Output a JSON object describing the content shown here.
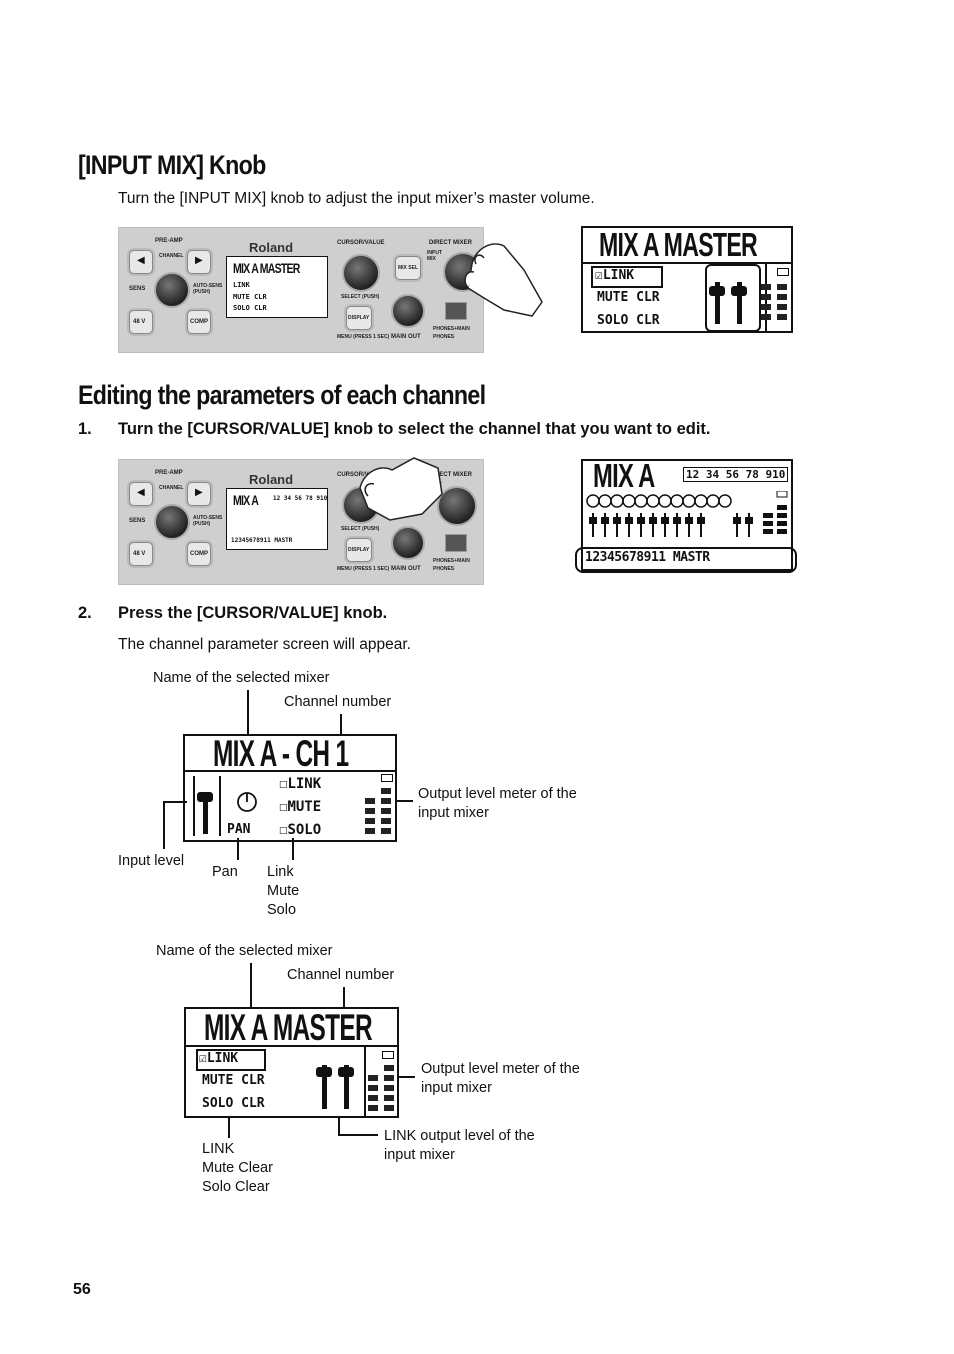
{
  "section1": {
    "heading": "[INPUT MIX] Knob",
    "body": "Turn the [INPUT MIX] knob to adjust the input mixer’s master volume."
  },
  "section2": {
    "heading": "Editing the parameters of each channel",
    "step1_num": "1.",
    "step1_text": "Turn the [CURSOR/VALUE] knob to select the channel that you want to edit.",
    "step2_num": "2.",
    "step2_text": "Press the [CURSOR/VALUE] knob.",
    "step2_body": "The channel parameter screen will appear."
  },
  "panel": {
    "preamp": "PRE-AMP",
    "channel": "CHANNEL",
    "brand": "Roland",
    "cursor_value": "CURSOR/VALUE",
    "direct_mixer": "DIRECT MIXER",
    "input_mix": "INPUT MIX",
    "mix_sel": "MIX SEL",
    "sens": "SENS",
    "auto_sens": "AUTO-SENS (PUSH)",
    "select_push": "SELECT (PUSH)",
    "display": "DISPLAY",
    "v48": "48 V",
    "comp": "COMP",
    "menu": "MENU (PRESS 1 SEC)",
    "main_out": "MAIN OUT",
    "phones_main": "PHONES+MAIN",
    "phones": "PHONES"
  },
  "lcd_master": {
    "title": "MIX A MASTER",
    "link": "LINK",
    "mute_clr": "MUTE CLR",
    "solo_clr": "SOLO CLR"
  },
  "lcd_mixa": {
    "title": "MIX A",
    "tabs": "12 34 56 78 910",
    "channels": "12345678911 MASTR"
  },
  "lcd_channel": {
    "title": "MIX A - CH 1",
    "link": "LINK",
    "mute": "MUTE",
    "solo": "SOLO",
    "pan": "PAN"
  },
  "diagram1": {
    "name_label": "Name of the selected mixer",
    "channel_label": "Channel number",
    "meter_label_1": "Output level meter of the",
    "meter_label_2": "input mixer",
    "input_level": "Input level",
    "pan": "Pan",
    "link": "Link",
    "mute": "Mute",
    "solo": "Solo"
  },
  "diagram2": {
    "name_label": "Name of the selected mixer",
    "channel_label": "Channel number",
    "meter_label_1": "Output level meter of the",
    "meter_label_2": "input mixer",
    "link": "LINK",
    "mute_clear": "Mute Clear",
    "solo_clear": "Solo Clear",
    "link_out_1": "LINK output level of the",
    "link_out_2": "input mixer"
  },
  "page_number": "56"
}
